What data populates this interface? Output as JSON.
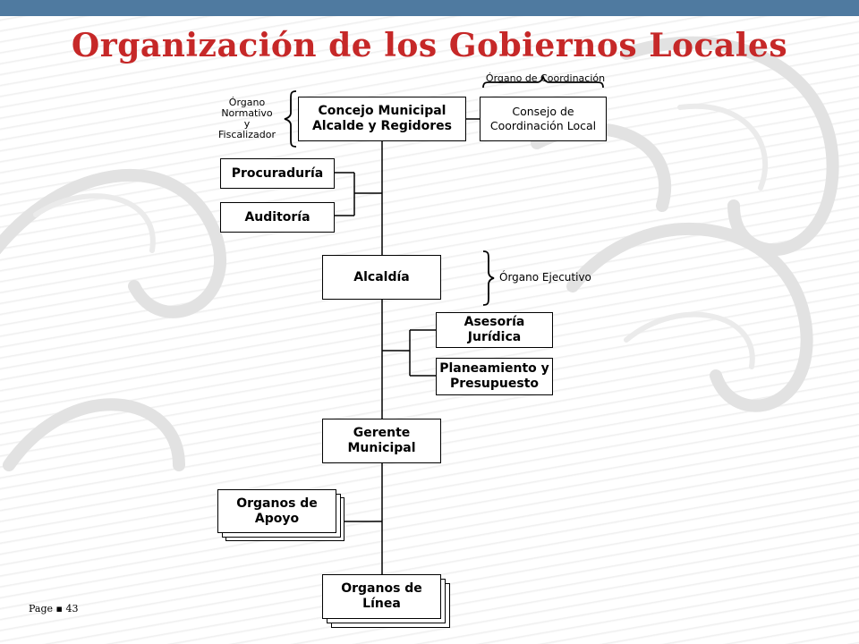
{
  "title": "Organización de los Gobiernos Locales",
  "boxes": {
    "concejo": "Concejo Municipal\nAlcalde y Regidores",
    "coordinacion_local": "Consejo de\nCoordinación Local",
    "procuraduria": "Procuraduría",
    "auditoria": "Auditoría",
    "alcaldia": "Alcaldía",
    "asesoria": "Asesoría\nJurídica",
    "planeamiento": "Planeamiento y\nPresupuesto",
    "gerente": "Gerente\nMunicipal",
    "apoyo": "Organos de\nApoyo",
    "linea": "Organos de\nLínea"
  },
  "labels": {
    "normativo": "Órgano\nNormativo\ny\nFiscalizador",
    "coordinacion": "Órgano de Coordinación",
    "ejecutivo": "Órgano Ejecutivo"
  },
  "footer": {
    "page_label": "Page",
    "separator": "▪",
    "page_number": "43"
  }
}
